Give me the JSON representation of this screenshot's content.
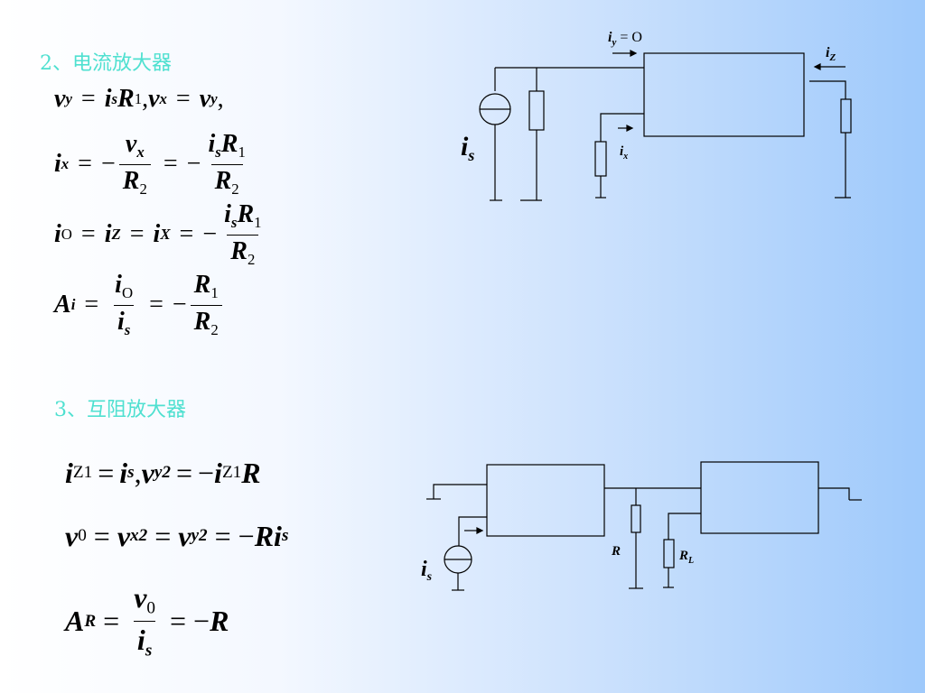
{
  "section2": {
    "heading": "2、电流放大器",
    "eq1": {
      "vy": "v",
      "vy_sub": "y",
      "eq": "=",
      "is": "i",
      "is_sub": "s",
      "R1": "R",
      "R1_sub": "1",
      "comma": ",",
      "vx": "v",
      "vx_sub": "x",
      "eq2": "=",
      "vy2": "v",
      "vy2_sub": "y",
      "comma2": ","
    },
    "eq2": {
      "ix": "i",
      "ix_sub": "x",
      "eq": "=",
      "minus": "−",
      "num_v": "v",
      "num_v_sub": "x",
      "den_R": "R",
      "den_R_sub": "2",
      "eq2": "=",
      "minus2": "−",
      "num_i": "i",
      "num_i_sub": "s",
      "num_R": "R",
      "num_R_sub": "1",
      "den2_R": "R",
      "den2_R_sub": "2"
    },
    "eq3": {
      "io": "i",
      "io_sub": "O",
      "eq": "=",
      "iZ": "i",
      "iZ_sub": "Z",
      "eq2": "=",
      "iX": "i",
      "iX_sub": "X",
      "eq3": "=",
      "minus": "−",
      "num_i": "i",
      "num_i_sub": "s",
      "num_R": "R",
      "num_R_sub": "1",
      "den_R": "R",
      "den_R_sub": "2"
    },
    "eq4": {
      "A": "A",
      "A_sub": "i",
      "eq": "=",
      "num_i": "i",
      "num_i_sub": "O",
      "den_i": "i",
      "den_i_sub": "s",
      "eq2": "=",
      "minus": "−",
      "num_R": "R",
      "num_R_sub": "1",
      "den_R": "R",
      "den_R_sub": "2"
    },
    "circuit": {
      "iy_label": "i",
      "iy_sub": "y",
      "iy_val": "= O",
      "iz_label": "i",
      "iz_sub": "Z",
      "is_label": "i",
      "is_sub": "s",
      "ix_label": "i",
      "ix_sub": "x"
    }
  },
  "section3": {
    "heading": "3、互阻放大器",
    "eq1": {
      "iZ1": "i",
      "iZ1_sub": "Z1",
      "eq": "=",
      "is": "i",
      "is_sub": "s",
      "comma": ",",
      "vy2": "v",
      "vy2_sub": "y2",
      "eq2": "=",
      "minus": "−",
      "iZ1b": "i",
      "iZ1b_sub": "Z1",
      "R": "R"
    },
    "eq2": {
      "v0": "v",
      "v0_sub": "0",
      "eq": "=",
      "vx2": "v",
      "vx2_sub": "x2",
      "eq2": "=",
      "vy2": "v",
      "vy2_sub": "y2",
      "eq3": "=",
      "minus": "−",
      "R": "R",
      "i": "i",
      "i_sub": "s"
    },
    "eq3": {
      "A": "A",
      "A_sub": "R",
      "eq": "=",
      "num_v": "v",
      "num_v_sub": "0",
      "den_i": "i",
      "den_i_sub": "s",
      "eq2": "=",
      "minus": "−",
      "R": "R"
    },
    "circuit": {
      "is_label": "i",
      "is_sub": "s",
      "R_label": "R",
      "RL_label": "R",
      "RL_sub": "L"
    }
  }
}
